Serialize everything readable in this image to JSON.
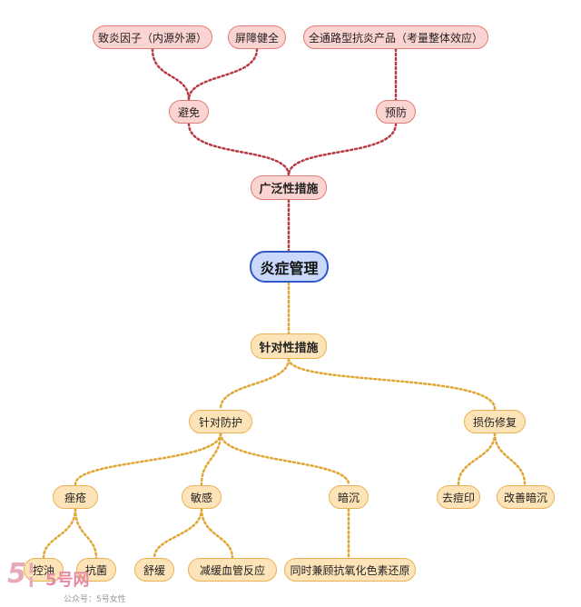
{
  "root": "炎症管理",
  "broad": {
    "label": "广泛性措施",
    "avoid": "避免",
    "prevent": "预防",
    "cause": "致炎因子（内源外源）",
    "barrier": "屏障健全",
    "product": "全通路型抗炎产品（考量整体效应）"
  },
  "targeted": {
    "label": "针对性措施",
    "protect": "针对防护",
    "repair": "损伤修复",
    "acne": "痤疮",
    "sensitive": "敏感",
    "dull": "暗沉",
    "oil": "控油",
    "antibac": "抗菌",
    "soothe": "舒缓",
    "vascular": "减缓血管反应",
    "antiox": "同时兼顾抗氧化色素还原",
    "acnemark": "去痘印",
    "improve": "改善暗沉"
  },
  "watermark": {
    "brand": "5号网",
    "sub": "公众号：5号女性"
  },
  "colors": {
    "red_fill": "#fbd3d0",
    "red_border": "#e07d77",
    "red_link": "#b83a44",
    "yellow_fill": "#fde3b8",
    "yellow_border": "#e9b355",
    "yellow_link": "#e0a532",
    "root_fill": "#c9d8fb",
    "root_border": "#2f58c8"
  }
}
